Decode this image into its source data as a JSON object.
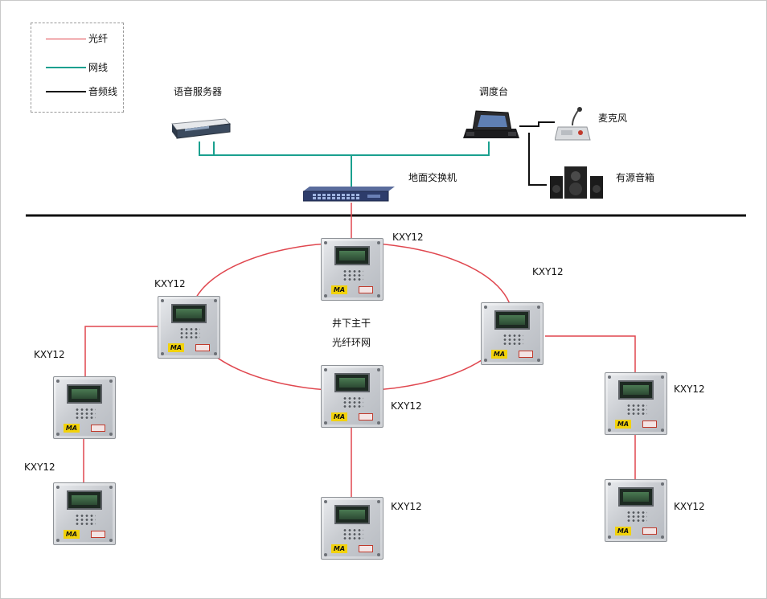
{
  "legend": {
    "items": [
      {
        "label": "光纤",
        "color": "#e0474f"
      },
      {
        "label": "网线",
        "color": "#1aa08f"
      },
      {
        "label": "音频线",
        "color": "#111111"
      }
    ]
  },
  "surface": {
    "voice_server": "语音服务器",
    "dispatch_console": "调度台",
    "microphone": "麦克风",
    "active_speaker": "有源音箱",
    "ground_switch": "地面交换机"
  },
  "underground": {
    "ring_label_line1": "井下主干",
    "ring_label_line2": "光纤环网",
    "node_label": "KXY12",
    "nodes": [
      {
        "id": "top",
        "label": "KXY12"
      },
      {
        "id": "upper-left",
        "label": "KXY12"
      },
      {
        "id": "upper-right",
        "label": "KXY12"
      },
      {
        "id": "bottom-center",
        "label": "KXY12"
      },
      {
        "id": "left-branch-1",
        "label": "KXY12"
      },
      {
        "id": "left-branch-2",
        "label": "KXY12"
      },
      {
        "id": "center-branch",
        "label": "KXY12"
      },
      {
        "id": "right-branch-1",
        "label": "KXY12"
      },
      {
        "id": "right-branch-2",
        "label": "KXY12"
      }
    ]
  },
  "colors": {
    "fiber": "#e0474f",
    "network": "#1aa08f",
    "audio": "#111111",
    "ground_line": "#111111"
  }
}
